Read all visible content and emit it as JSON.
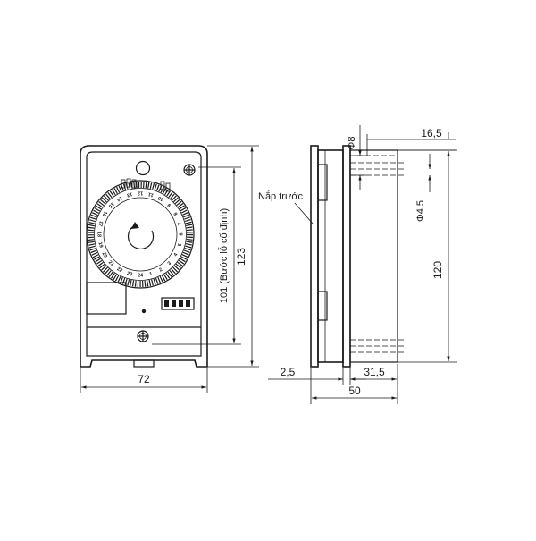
{
  "front": {
    "width_dim": "72",
    "height_dim": "123",
    "hole_pitch_dim": "101 (Bước lỗ cố định)",
    "dial_numbers": [
      "24",
      "1",
      "2",
      "3",
      "4",
      "5",
      "6",
      "7",
      "8",
      "9",
      "10",
      "11",
      "12",
      "13",
      "14",
      "15",
      "16",
      "17",
      "18",
      "19",
      "20",
      "21",
      "22",
      "23"
    ]
  },
  "side": {
    "cover_label": "Nắp trước",
    "dia8_dim": "Φ8",
    "dim_16_5": "16,5",
    "dia4_5_dim": "Φ4.5",
    "dim_120": "120",
    "dim_2_5": "2,5",
    "dim_31_5": "31,5",
    "dim_50": "50"
  }
}
